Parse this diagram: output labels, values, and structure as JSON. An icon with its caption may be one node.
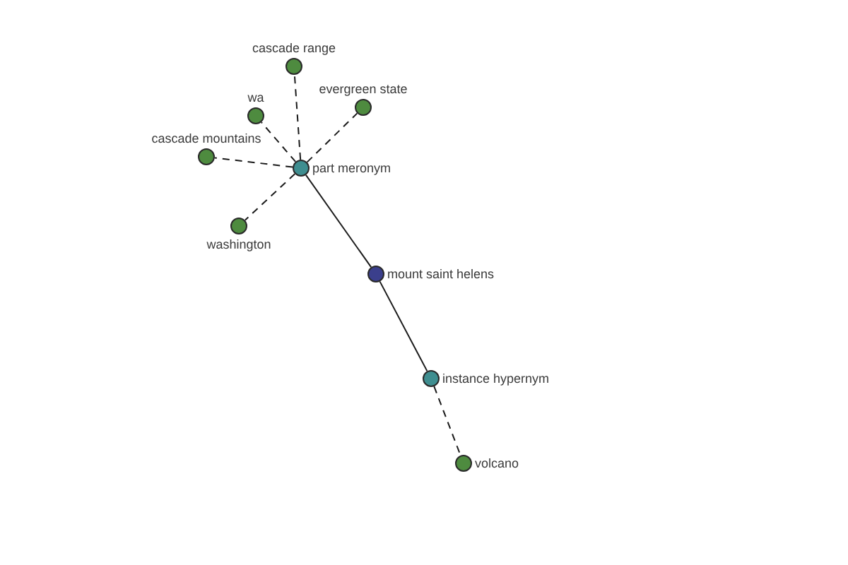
{
  "diagram": {
    "nodes": [
      {
        "text": [
          "cascade range"
        ]
      },
      {
        "text": [
          "wa"
        ]
      },
      {
        "text": [
          "evergreen state"
        ]
      },
      {
        "text": [
          "cascade mountains"
        ]
      },
      {
        "text": [
          "part meronym"
        ]
      },
      {
        "text": [
          "washington"
        ]
      },
      {
        "text": [
          "mount saint helens"
        ]
      },
      {
        "text": [
          "instance hypernym"
        ]
      },
      {
        "text": [
          "volcano"
        ]
      }
    ],
    "edges": [
      {
        "from": 6,
        "to": 4,
        "arrow": "none"
      },
      {
        "from": 4,
        "to": 0,
        "arrow": "none",
        "style": "dashed"
      },
      {
        "from": 4,
        "to": 1,
        "arrow": "none",
        "style": "dashed"
      },
      {
        "from": 4,
        "to": 2,
        "arrow": "none",
        "style": "dashed"
      },
      {
        "from": 4,
        "to": 3,
        "arrow": "none",
        "style": "dashed"
      },
      {
        "from": 4,
        "to": 5,
        "arrow": "none",
        "style": "dashed"
      },
      {
        "from": 6,
        "to": 7,
        "arrow": "none"
      },
      {
        "from": 7,
        "to": 8,
        "arrow": "none",
        "style": "dashed"
      }
    ]
  }
}
